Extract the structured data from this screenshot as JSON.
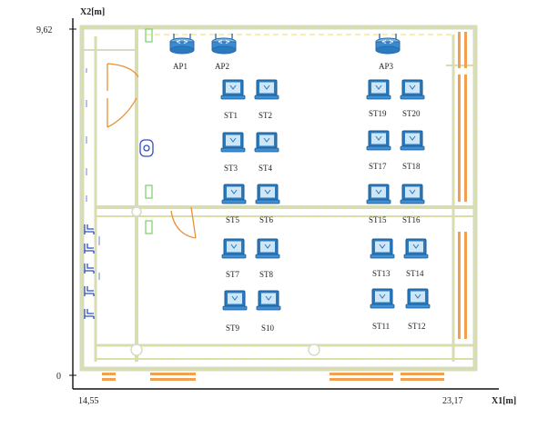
{
  "axes": {
    "x_label": "X1[m]",
    "y_label": "X2[m]",
    "x_min_tick": "14,55",
    "x_max_tick": "23,17",
    "y_min_tick": "0",
    "y_max_tick": "9,62"
  },
  "access_points": [
    {
      "label": "AP1"
    },
    {
      "label": "AP2"
    },
    {
      "label": "AP3"
    }
  ],
  "stations": [
    {
      "label": "ST1"
    },
    {
      "label": "ST2"
    },
    {
      "label": "ST3"
    },
    {
      "label": "ST4"
    },
    {
      "label": "ST5"
    },
    {
      "label": "ST6"
    },
    {
      "label": "ST7"
    },
    {
      "label": "ST8"
    },
    {
      "label": "ST9"
    },
    {
      "label": "S10"
    },
    {
      "label": "ST19"
    },
    {
      "label": "ST20"
    },
    {
      "label": "ST17"
    },
    {
      "label": "ST18"
    },
    {
      "label": "ST15"
    },
    {
      "label": "ST16"
    },
    {
      "label": "ST13"
    },
    {
      "label": "ST14"
    },
    {
      "label": "ST11"
    },
    {
      "label": "ST12"
    }
  ],
  "colors": {
    "wall": "#cfd8b0",
    "wall_dash": "#e8e06a",
    "door": "#e8923a",
    "window": "#f0a050",
    "router": "#3a8ad0",
    "laptop": "#2a7ac0",
    "chair": "#3050c0",
    "axis": "#111111"
  }
}
